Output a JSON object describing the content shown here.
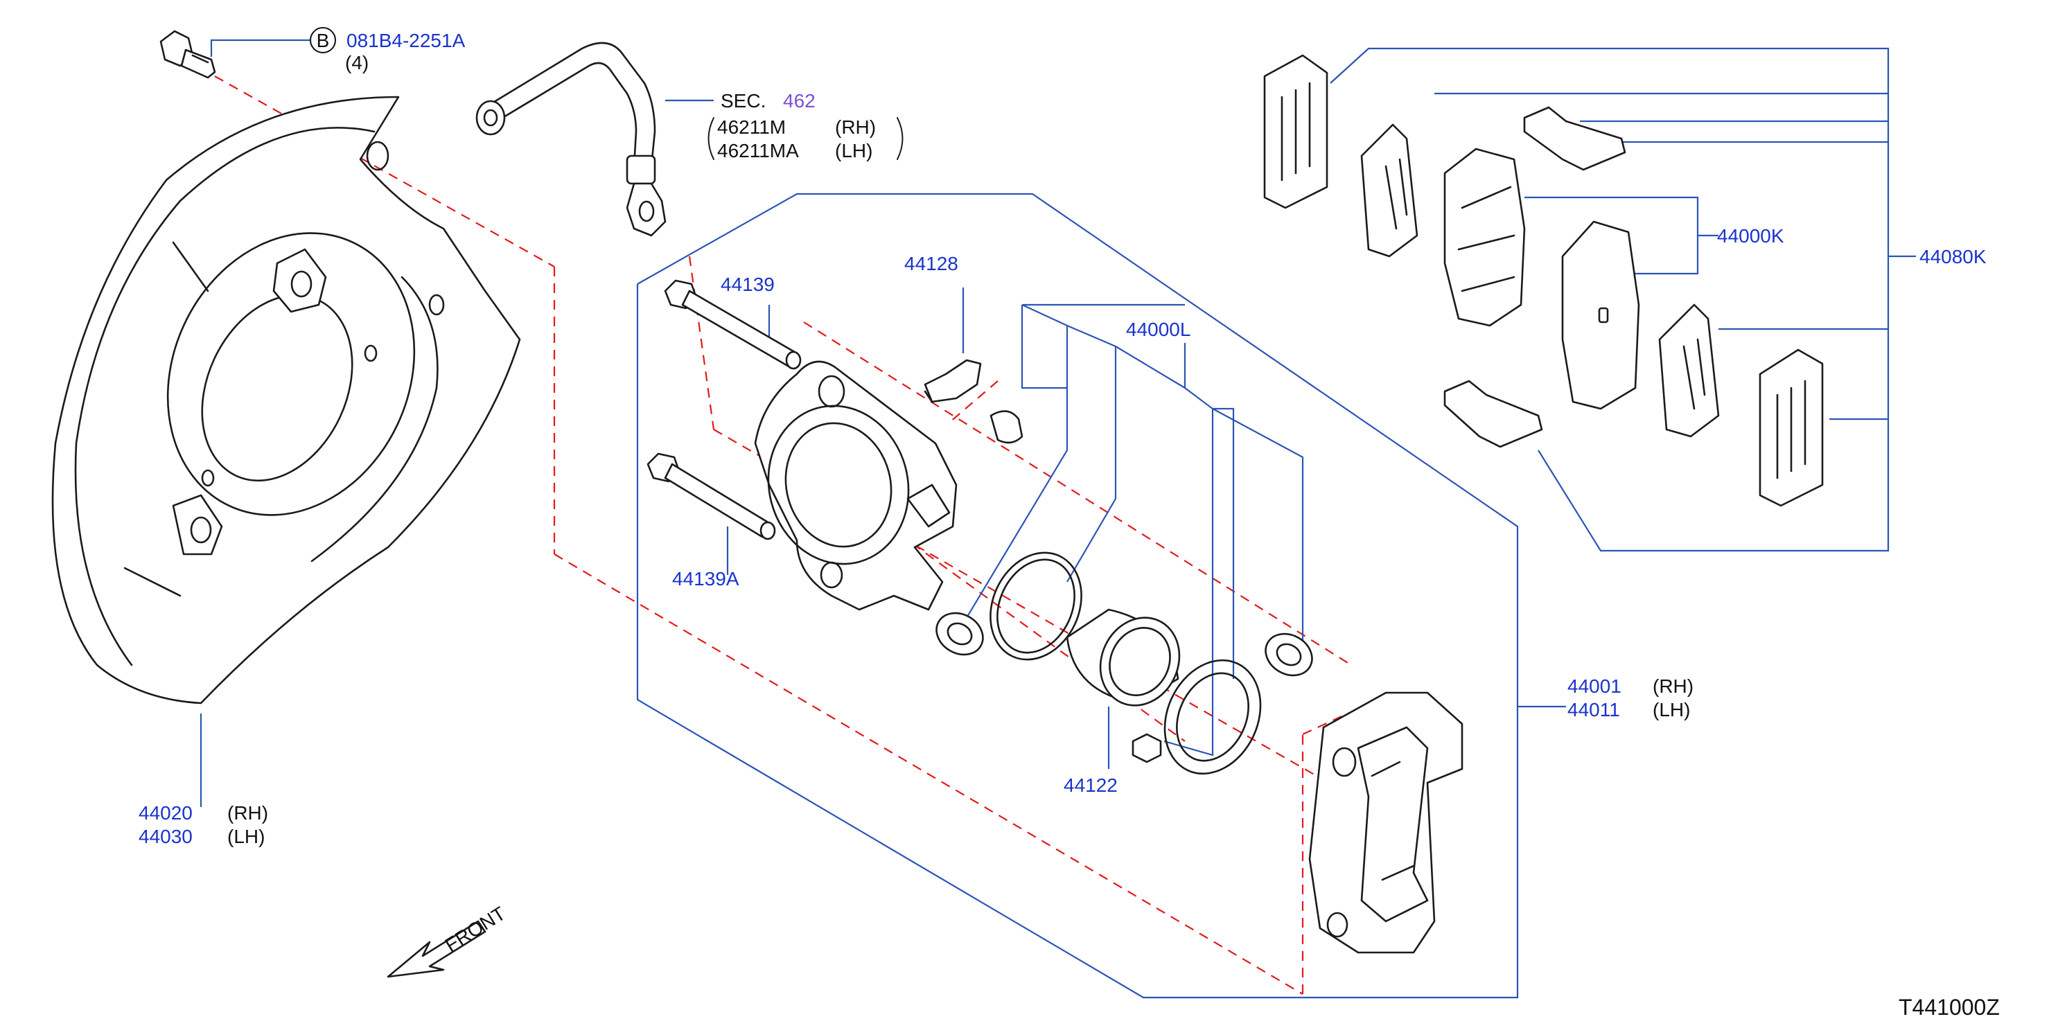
{
  "diagram_id": "T441000Z",
  "front_label": "FRONT",
  "callouts": {
    "bolt": {
      "circle_letter": "B",
      "part_no": "081B4-2251A",
      "qty": "(4)"
    },
    "hose": {
      "sec_prefix": "SEC.",
      "sec_no": "462",
      "line1_no": "46211M",
      "line1_side": "(RH)",
      "line2_no": "46211MA",
      "line2_side": "(LH)"
    },
    "baffle": {
      "line1_no": "44020",
      "line1_side": "(RH)",
      "line2_no": "44030",
      "line2_side": "(LH)"
    },
    "slide_pin": "44139",
    "slide_pin_a": "44139A",
    "bleeder": "44128",
    "seal_kit": "44000L",
    "piston": "44122",
    "caliper": {
      "line1_no": "44001",
      "line1_side": "(RH)",
      "line2_no": "44011",
      "line2_side": "(LH)"
    },
    "pad_set": "44000K",
    "pad_kit": "44080K"
  },
  "colors": {
    "label_blue": "#1a33cc",
    "leader_blue": "#2a55b5",
    "dash_red": "#e01b1b",
    "section_purple": "#7a4fd8"
  }
}
